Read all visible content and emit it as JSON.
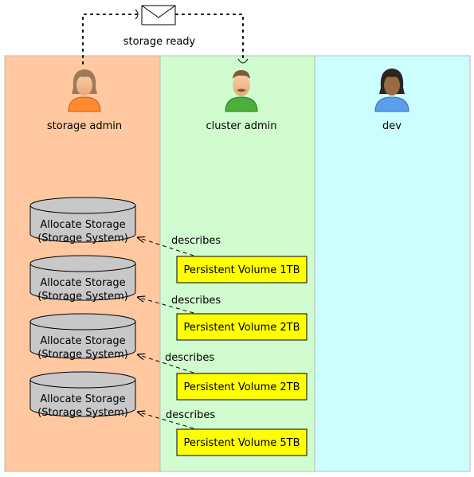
{
  "message": {
    "label": "storage ready"
  },
  "lanes": [
    {
      "id": "storage-admin",
      "label": "storage admin",
      "color": "#ffc8a0"
    },
    {
      "id": "cluster-admin",
      "label": "cluster admin",
      "color": "#d0fcd0"
    },
    {
      "id": "dev",
      "label": "dev",
      "color": "#ccfefe"
    }
  ],
  "storage_nodes": [
    {
      "line1": "Allocate Storage",
      "line2": "(Storage System)"
    },
    {
      "line1": "Allocate Storage",
      "line2": "(Storage System)"
    },
    {
      "line1": "Allocate Storage",
      "line2": "(Storage System)"
    },
    {
      "line1": "Allocate Storage",
      "line2": "(Storage System)"
    }
  ],
  "volumes": [
    {
      "label": "Persistent Volume 1TB"
    },
    {
      "label": "Persistent Volume 2TB"
    },
    {
      "label": "Persistent Volume 2TB"
    },
    {
      "label": "Persistent Volume 5TB"
    }
  ],
  "edges": [
    {
      "label": "describes"
    },
    {
      "label": "describes"
    },
    {
      "label": "describes"
    },
    {
      "label": "describes"
    }
  ],
  "colors": {
    "lane_border": "#bbbbbb",
    "cylinder_fill": "#c8c8c8",
    "volume_fill": "#ffff00",
    "storage_admin_shirt": "#ff8a30",
    "cluster_admin_shirt": "#4caf3a",
    "dev_shirt": "#5b9eea"
  }
}
